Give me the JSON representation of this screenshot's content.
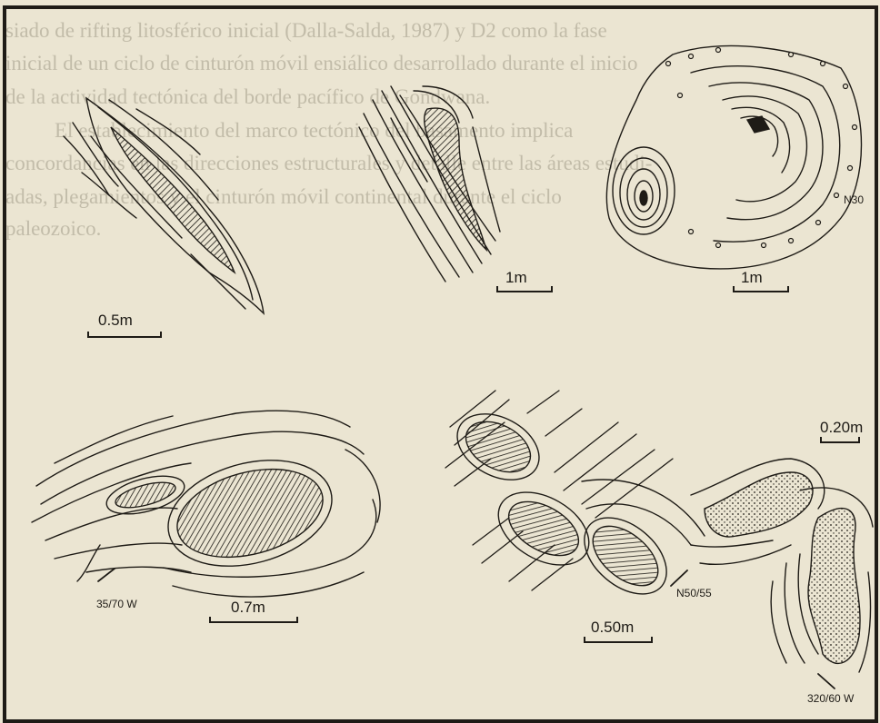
{
  "background_text": [
    "siado de rifting litosférico inicial (Dalla-Salda, 1987) y D2 como la fase",
    "inicial de un ciclo de cinturón móvil ensiálico desarrollado durante el inicio",
    "de la actividad tectónica del borde pacífico de Gondwana.",
    "El establecimiento del marco tectónico del basamento implica",
    "concordancias en las direcciones estructurales y detalle entre las áreas estudi-",
    "adas, plegamientos y el cinturón móvil continental durante el ciclo",
    "paleozoico."
  ],
  "figure": {
    "panel_a": {
      "scale_label": "0.5m"
    },
    "panel_b": {
      "scale_label": "1m"
    },
    "panel_c": {
      "scale_label": "1m",
      "orientation_label": "N30"
    },
    "panel_d": {
      "scale_label": "0.7m",
      "orientation_label": "35/70 W"
    },
    "panel_e": {
      "scale_label": "0.50m",
      "orientation_label": "N50/55"
    },
    "panel_f": {
      "scale_label": "0.20m",
      "orientation_label": "320/60 W"
    }
  },
  "colors": {
    "paper": "#ebe5d2",
    "ink": "#1e1b16",
    "ghost_text": "#c2bca9"
  }
}
